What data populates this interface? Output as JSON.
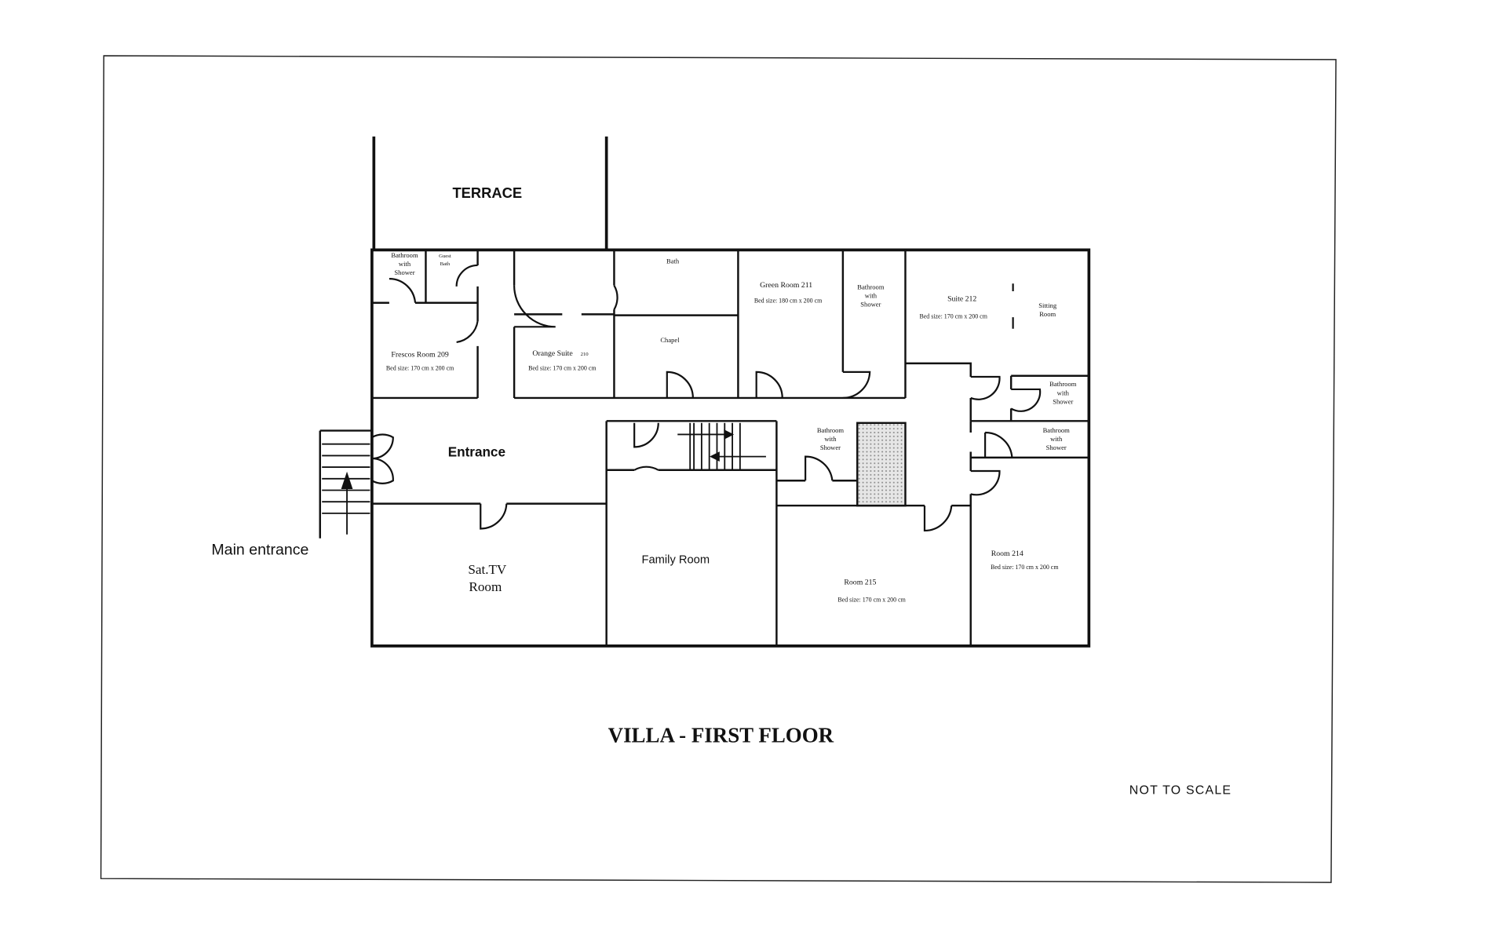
{
  "title": "VILLA - FIRST FLOOR",
  "note": "NOT TO SCALE",
  "main_entrance": "Main entrance",
  "rooms": {
    "terrace": "TERRACE",
    "entrance": "Entrance",
    "bath_shower_209": [
      "Bathroom",
      "with",
      "Shower"
    ],
    "guest_bath": [
      "Guest",
      "Bath"
    ],
    "frescos": {
      "name": "Frescos Room 209",
      "bed": "Bed size: 170 cm x 200 cm"
    },
    "orange": {
      "name": "Orange Suite",
      "num": "210",
      "bed": "Bed size: 170 cm x 200 cm"
    },
    "bath": "Bath",
    "chapel": "Chapel",
    "green": {
      "name": "Green Room 211",
      "bed": "Bed size: 180  cm x 200 cm"
    },
    "bath_shower_211": [
      "Bathroom",
      "with",
      "Shower"
    ],
    "suite212": {
      "name": "Suite  212",
      "bed": "Bed size: 170 cm x 200 cm"
    },
    "sitting": [
      "Sitting",
      "Room"
    ],
    "bath_shower_a": [
      "Bathroom",
      "with",
      "Shower"
    ],
    "bath_shower_b": [
      "Bathroom",
      "with",
      "Shower"
    ],
    "bath_shower_215": [
      "Bathroom",
      "with",
      "Shower"
    ],
    "sattv": [
      "Sat.TV",
      "Room"
    ],
    "family": "Family Room",
    "room215": {
      "name": "Room  215",
      "bed": "Bed size: 170 cm x 200 cm"
    },
    "room214": {
      "name": "Room  214",
      "bed": "Bed size: 170 cm x 200 cm"
    }
  }
}
